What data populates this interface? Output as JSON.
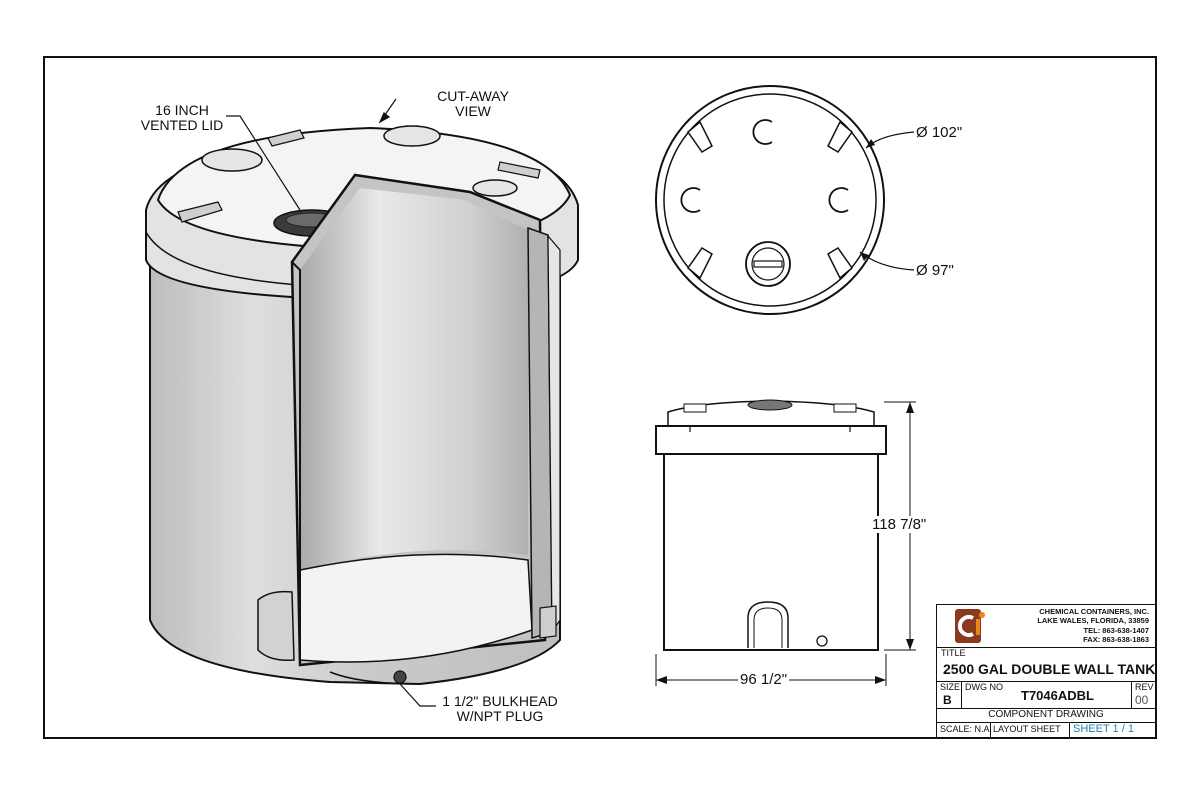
{
  "callouts": {
    "lid_line1": "16 INCH",
    "lid_line2": "VENTED LID",
    "cutaway_line1": "CUT-AWAY",
    "cutaway_line2": "VIEW",
    "bulkhead_line1": "1 1/2\" BULKHEAD",
    "bulkhead_line2": "W/NPT PLUG"
  },
  "dimensions": {
    "outer_diameter": "Ø  102\"",
    "inner_diameter": "Ø  97\"",
    "height": "118 7/8\"",
    "width": "96 1/2\""
  },
  "title_block": {
    "company": {
      "name": "CHEMICAL CONTAINERS, INC.",
      "address": "LAKE WALES, FLORIDA, 33859",
      "tel": "TEL: 863-638-1407",
      "fax": "FAX: 863-638-1863"
    },
    "title_caption": "TITLE",
    "title": "2500 GAL DOUBLE WALL TANK",
    "size_caption": "SIZE",
    "size": "B",
    "dwg_caption": "DWG NO",
    "dwg_no": "T7046ADBL",
    "rev_caption": "REV",
    "rev": "00",
    "drawing_type": "COMPONENT DRAWING",
    "scale": "SCALE: N.A.",
    "layout": "LAYOUT SHEET",
    "sheet": "SHEET  1 / 1"
  },
  "colors": {
    "line": "#111111",
    "tank_fill": "#d9d9d9",
    "sheet_text": "#1b87a8",
    "logo_brown": "#8b3a1f",
    "logo_orange": "#e8861c"
  }
}
